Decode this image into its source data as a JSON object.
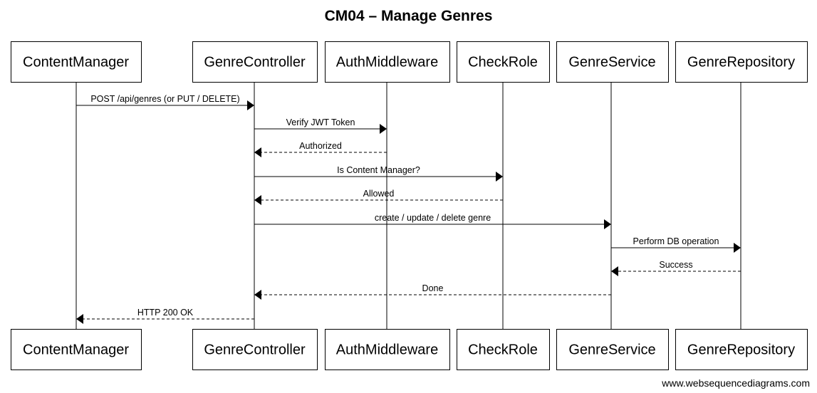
{
  "diagram": {
    "title": "CM04 – Manage Genres",
    "watermark": "www.websequencediagrams.com",
    "participants": [
      "ContentManager",
      "GenreController",
      "AuthMiddleware",
      "CheckRole",
      "GenreService",
      "GenreRepository"
    ],
    "messages": [
      {
        "from": 0,
        "to": 1,
        "label": "POST /api/genres (or PUT / DELETE)",
        "style": "solid"
      },
      {
        "from": 1,
        "to": 2,
        "label": "Verify JWT Token",
        "style": "solid"
      },
      {
        "from": 2,
        "to": 1,
        "label": "Authorized",
        "style": "dashed"
      },
      {
        "from": 1,
        "to": 3,
        "label": "Is Content Manager?",
        "style": "solid"
      },
      {
        "from": 3,
        "to": 1,
        "label": "Allowed",
        "style": "dashed"
      },
      {
        "from": 1,
        "to": 4,
        "label": "create / update / delete genre",
        "style": "solid"
      },
      {
        "from": 4,
        "to": 5,
        "label": "Perform DB operation",
        "style": "solid"
      },
      {
        "from": 5,
        "to": 4,
        "label": "Success",
        "style": "dashed"
      },
      {
        "from": 4,
        "to": 1,
        "label": "Done",
        "style": "dashed"
      },
      {
        "from": 1,
        "to": 0,
        "label": "HTTP 200 OK",
        "style": "dashed"
      }
    ]
  }
}
